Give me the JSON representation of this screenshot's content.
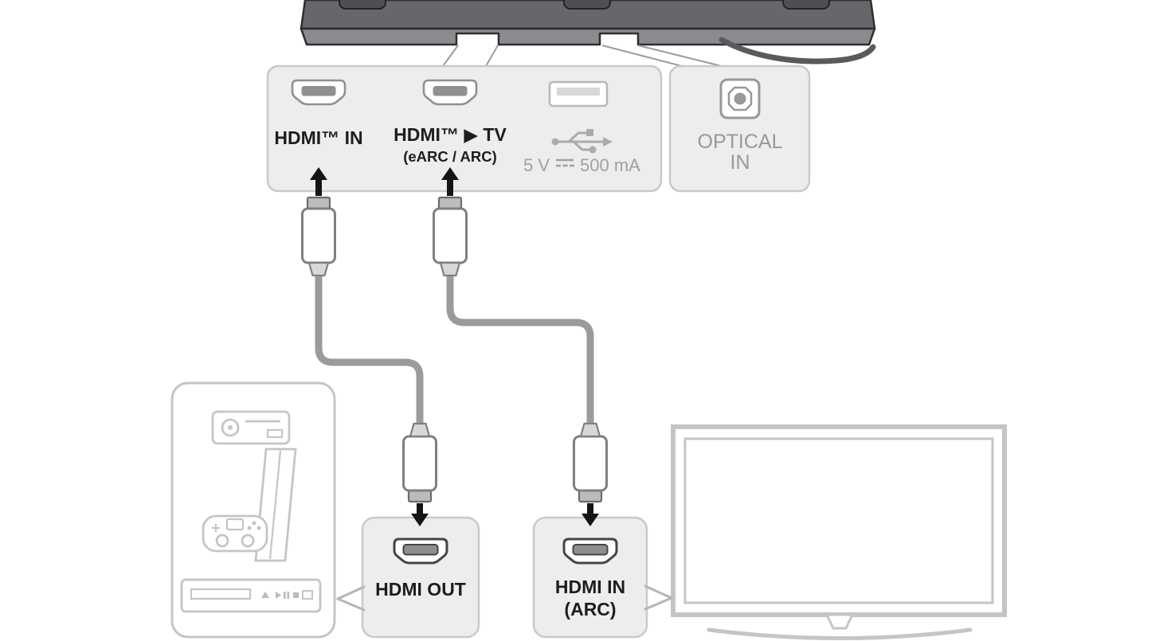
{
  "soundbar_panel": {
    "hdmi_in_label": "HDMI™ IN",
    "hdmi_tv_label": "HDMI™ ▶ TV",
    "hdmi_tv_sublabel": "(eARC / ARC)",
    "usb_voltage": "5 V",
    "usb_current": "500 mA"
  },
  "optical_box": {
    "line1": "OPTICAL",
    "line2": "IN"
  },
  "hdmi_out_box": {
    "label": "HDMI OUT"
  },
  "hdmi_in_arc_box": {
    "line1": "HDMI IN",
    "line2": "(ARC)"
  },
  "icons": [
    "hdmi-port-icon",
    "usb-port-icon",
    "usb-symbol-icon",
    "dc-voltage-icon",
    "optical-port-icon",
    "hdmi-plug-icon",
    "up-arrow-icon",
    "down-arrow-icon",
    "soundbar-icon",
    "power-cable-icon",
    "set-top-box-icon",
    "game-console-icon",
    "disc-player-icon",
    "tv-icon"
  ],
  "colors": {
    "port_label_text": "#1d1d1f",
    "muted_text": "#a0a0a2",
    "panel_fill": "#ededee",
    "panel_border": "#c9c9cb",
    "cable_gray": "#9b9b9d",
    "device_outline": "#c5c5c7",
    "soundbar_body": "#66676a",
    "arrow_black": "#151517"
  }
}
